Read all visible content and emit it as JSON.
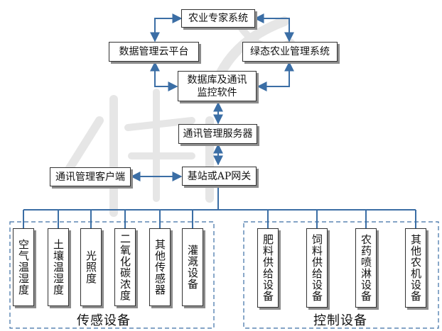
{
  "nodes": {
    "expert_system": "农业专家系统",
    "cloud_platform": "数据管理云平台",
    "green_ag": "绿态农业管理系统",
    "database_software": "数据库及通讯监控软件",
    "comm_server": "通讯管理服务器",
    "client": "通讯管理客户端",
    "gateway": "基站或AP网关"
  },
  "sensing_group": {
    "label": "传感设备",
    "items": [
      "空气温湿度",
      "土壤温湿度",
      "光照度",
      "二氧化碳浓度",
      "其他传感器",
      "灌溉设备"
    ]
  },
  "control_group": {
    "label": "控制设备",
    "items": [
      "肥料供给设备",
      "饲料供给设备",
      "农药喷淋设备",
      "其他农机设备"
    ]
  },
  "colors": {
    "connector": "#3b6ea5",
    "group_border": "#3b6ea5",
    "box_border": "#333333",
    "shadow": "#8c8c8c",
    "watermark": "#dcdcdc"
  }
}
